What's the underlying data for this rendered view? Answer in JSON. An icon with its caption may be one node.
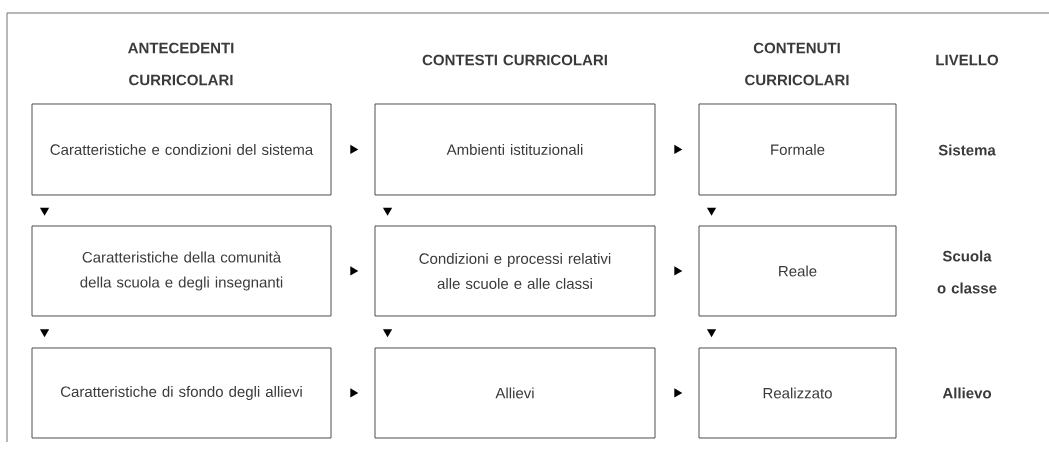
{
  "diagram": {
    "nodes": [
      {
        "text": [
          "Caratteristiche e condizioni del sistema"
        ]
      },
      {
        "text": [
          "Ambienti istituzionali"
        ]
      },
      {
        "text": [
          "Formale"
        ]
      },
      {
        "text": [
          "Caratteristiche della comunità della scuola e degli insegnanti"
        ]
      },
      {
        "text": [
          "Condizioni e processi relativi alle scuole e alle classi"
        ]
      },
      {
        "text": [
          "Reale"
        ]
      },
      {
        "text": [
          "Caratteristiche di sfondo degli allievi"
        ]
      },
      {
        "text": [
          "Allievi"
        ]
      },
      {
        "text": [
          "Realizzato"
        ]
      }
    ],
    "edges": [
      {
        "from": 0,
        "to": 1,
        "arrow": "to"
      },
      {
        "from": 1,
        "to": 2,
        "arrow": "to"
      },
      {
        "from": 0,
        "to": 3,
        "arrow": "to"
      },
      {
        "from": 1,
        "to": 4,
        "arrow": "to"
      },
      {
        "from": 2,
        "to": 5,
        "arrow": "to"
      },
      {
        "from": 3,
        "to": 4,
        "arrow": "to"
      },
      {
        "from": 4,
        "to": 5,
        "arrow": "to"
      },
      {
        "from": 3,
        "to": 6,
        "arrow": "to"
      },
      {
        "from": 4,
        "to": 7,
        "arrow": "to"
      },
      {
        "from": 5,
        "to": 8,
        "arrow": "to"
      },
      {
        "from": 6,
        "to": 7,
        "arrow": "to"
      },
      {
        "from": 7,
        "to": 8,
        "arrow": "to"
      }
    ],
    "labels": [
      "ANTECEDENTI CURRICOLARI",
      "CONTESTI CURRICOLARI",
      "CONTENUTI CURRICOLARI",
      "LIVELLO",
      "Sistema",
      "Scuola o classe",
      "Allievo"
    ]
  }
}
